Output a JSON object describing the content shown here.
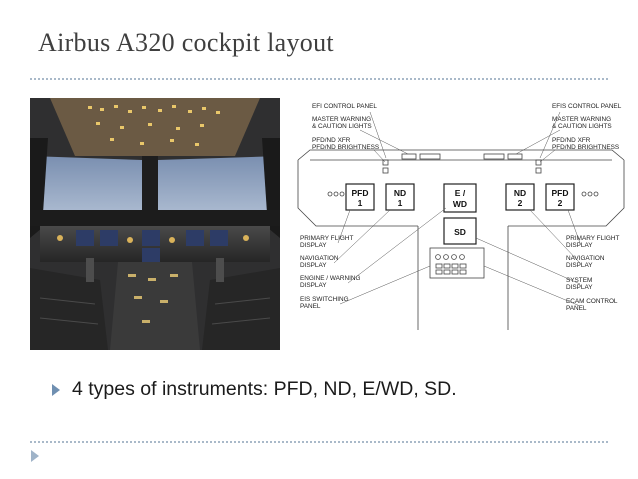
{
  "slide": {
    "title": "Airbus A320 cockpit layout",
    "bullet": "4 types of instruments: PFD, ND, E/WD, SD."
  },
  "diagram": {
    "left_labels": {
      "efi_control_panel": "EFI  CONTROL PANEL",
      "master_warning_1": "MASTER WARNING",
      "master_warning_2": "& CAUTION LIGHTS",
      "pfd_nd_xfr_1": "PFD/ND XFR",
      "pfd_nd_xfr_2": "PFD/ND BRIGHTNESS",
      "primary_flight_1": "PRIMARY FLIGHT",
      "primary_flight_2": "DISPLAY",
      "navigation_1": "NAVIGATION",
      "navigation_2": "DISPLAY",
      "engine_warning_1": "ENGINE / WARNING",
      "engine_warning_2": "DISPLAY",
      "eis_switching_1": "EIS SWITCHING",
      "eis_switching_2": "PANEL"
    },
    "right_labels": {
      "efis_control_panel": "EFIS  CONTROL PANEL",
      "master_warning_1": "MASTER WARNING",
      "master_warning_2": "& CAUTION LIGHTS",
      "pfd_nd_xfr_1": "PFD/ND XFR",
      "pfd_nd_xfr_2": "PFD/ND BRIGHTNESS",
      "primary_flight_1": "PRIMARY FLIGHT",
      "primary_flight_2": "DISPLAY",
      "navigation_1": "NAVIGATION",
      "navigation_2": "DISPLAY",
      "system_1": "SYSTEM",
      "system_2": "DISPLAY",
      "ecam_1": "ECAM CONTROL",
      "ecam_2": "PANEL"
    },
    "displays": {
      "pfd1_a": "PFD",
      "pfd1_b": "1",
      "nd1_a": "ND",
      "nd1_b": "1",
      "ewd_a": "E /",
      "ewd_b": "WD",
      "nd2_a": "ND",
      "nd2_b": "2",
      "pfd2_a": "PFD",
      "pfd2_b": "2",
      "sd": "SD"
    }
  }
}
